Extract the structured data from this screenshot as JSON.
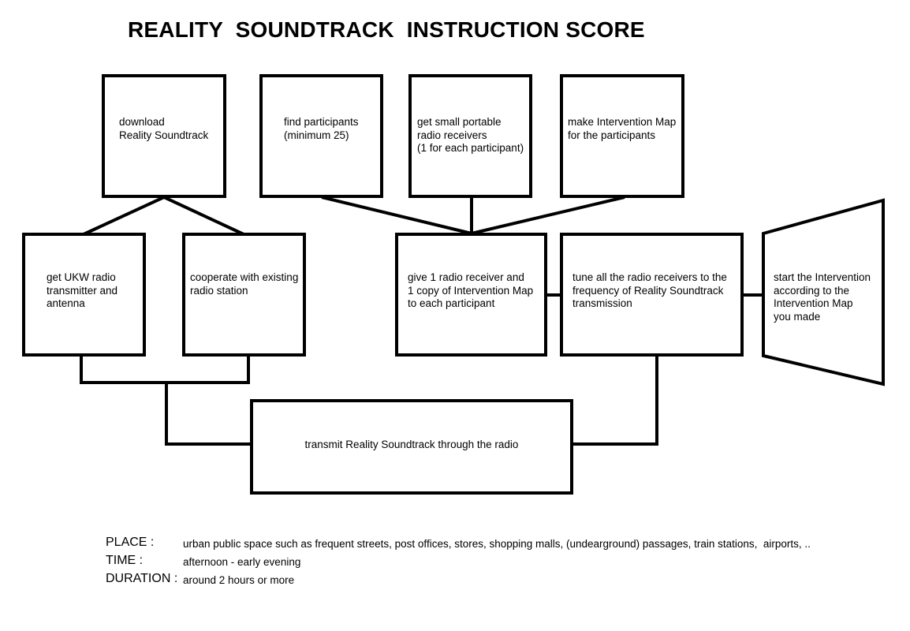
{
  "title": "REALITY  SOUNDTRACK  INSTRUCTION SCORE",
  "steps": {
    "download": "download\nReality Soundtrack",
    "find_participants": "find participants\n(minimum 25)",
    "get_receivers": "get small portable\nradio receivers\n(1 for each participant)",
    "make_map": "make Intervention Map\nfor the participants",
    "get_transmitter": "get UKW radio\ntransmitter and\nantenna",
    "cooperate": "cooperate with existing\nradio station",
    "give_receiver": "give 1 radio receiver and\n1 copy of Intervention Map\nto each participant",
    "tune": "tune all the radio receivers to the\nfrequency of Reality Soundtrack\ntransmission",
    "start": "start the Intervention\naccording to the\nIntervention Map\nyou made",
    "transmit": "transmit Reality Soundtrack through the radio"
  },
  "footer": {
    "place_label": "PLACE :",
    "place_value": "urban public space such as frequent streets, post offices, stores, shopping malls, (undearground) passages, train stations,  airports, ..",
    "time_label": "TIME :",
    "time_value": "afternoon - early evening",
    "duration_label": "DURATION :",
    "duration_value": "around 2 hours or more"
  }
}
